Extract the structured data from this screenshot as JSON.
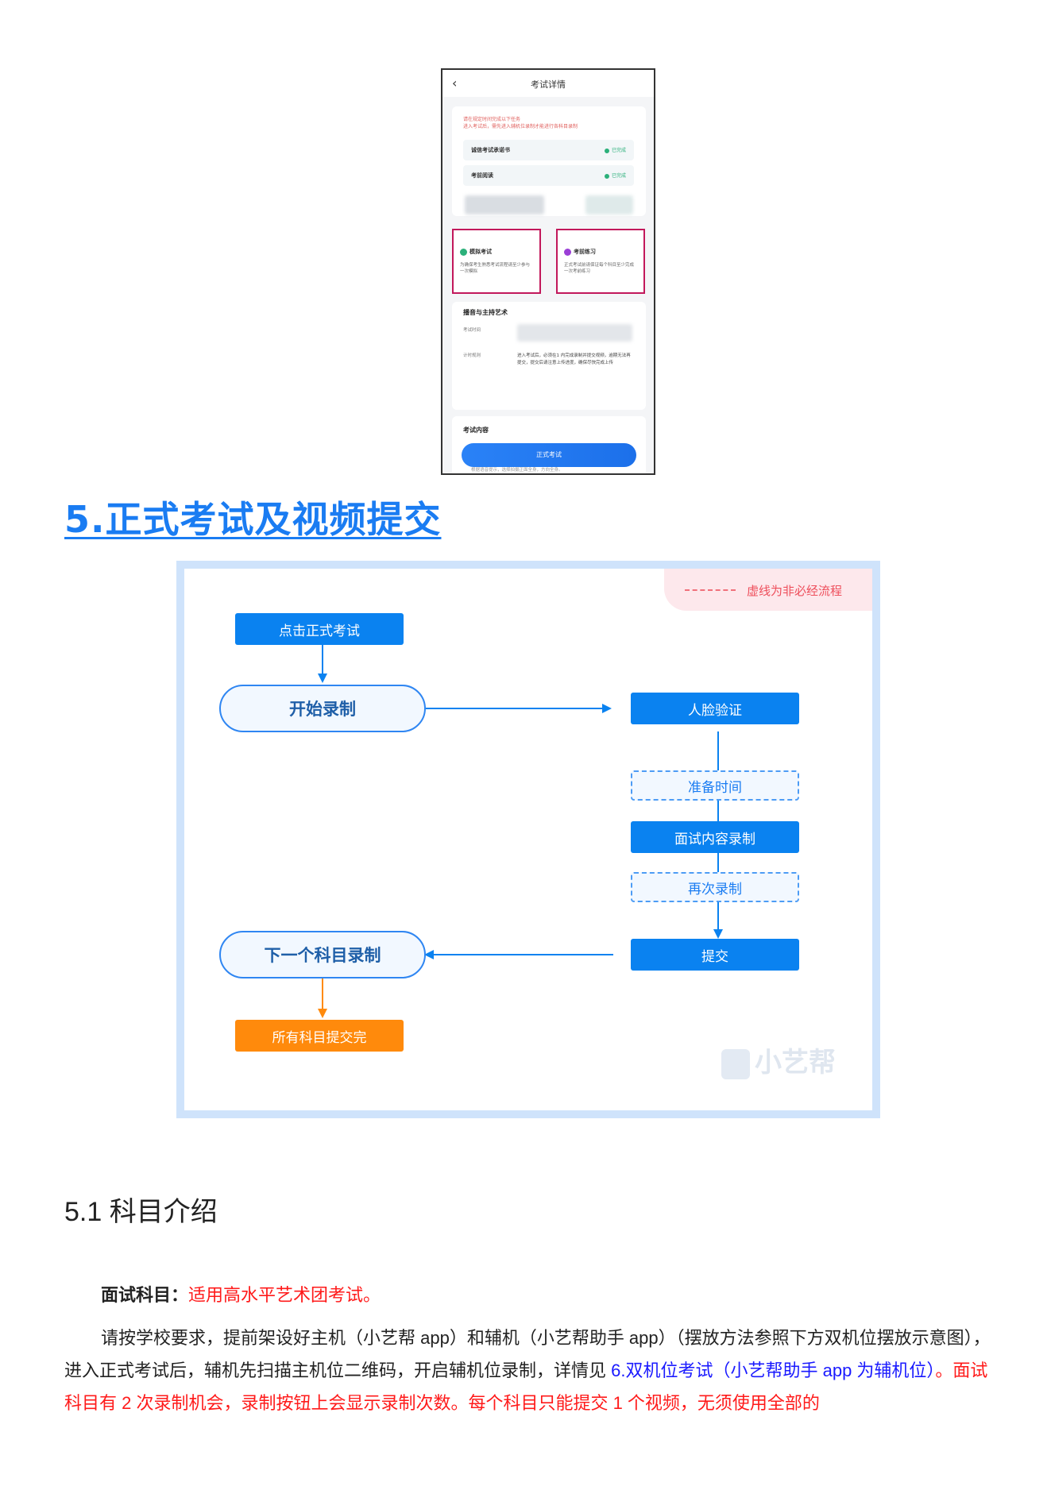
{
  "phone": {
    "back_glyph": "‹",
    "title": "考试详情",
    "notice_line1": "请在规定时间完成以下任务",
    "notice_line2": "进入考试后，需先进入辅机位录制才能进行各科目录制",
    "rows": [
      {
        "label": "诚信考试承诺书",
        "status": "已完成"
      },
      {
        "label": "考前阅读",
        "status": "已完成"
      }
    ],
    "box_left": {
      "title": "模拟考试",
      "desc": "为确保考生熟悉考试流程请至少参与一次模拟"
    },
    "box_right": {
      "title": "考前练习",
      "desc": "正式考试前请保证每个科目至少完成一次考前练习"
    },
    "subject_title": "播音与主持艺术",
    "exam_time_label": "考试时间",
    "timer_rule_label": "计时规则",
    "timer_rule_text": "进入考试后，必须在1 内完成录制并提交视频，逾期无法再提交，提交后请注意上传进度，确保尽快完成上传",
    "content_title": "考试内容",
    "formal_button": "正式考试",
    "footer_hint": "根据语音提示，选择拍摄正面全身，方向全身。"
  },
  "heading": {
    "number": "5.",
    "title": "正式考试及视频提交"
  },
  "flowchart": {
    "legend_text": "虚线为非必经流程",
    "nodes": {
      "click_formal": "点击正式考试",
      "start_record": "开始录制",
      "face_verify": "人脸验证",
      "prep_time": "准备时间",
      "interview_record": "面试内容录制",
      "re_record": "再次录制",
      "submit": "提交",
      "next_subject": "下一个科目录制",
      "all_done": "所有科目提交完"
    },
    "watermark": "小艺帮",
    "colors": {
      "solid": "#0a82f0",
      "orange": "#ff8a0c",
      "dash": "#4d9cf5",
      "legend": "#ee4f5c"
    }
  },
  "section": {
    "title": "5.1 科目介绍",
    "p1_label": "面试科目：",
    "p1_text": "适用高水平艺术团考试。",
    "p2_a": "请按学校要求，提前架设好主机（小艺帮 app）和辅机（小艺帮助手 app）（摆放方法参照下方双机位摆放示意图），进入正式考试后，辅机先扫描主机位二维码，开启辅机位录制，详情见",
    "p2_link": "6.双机位考试（小艺帮助手 app 为辅机位）",
    "p2_b": "。面试科目有 2 次录制机会，录制按钮上会显示录制次数。每个科目只能提交 1 个视频，无须使用全部的"
  }
}
